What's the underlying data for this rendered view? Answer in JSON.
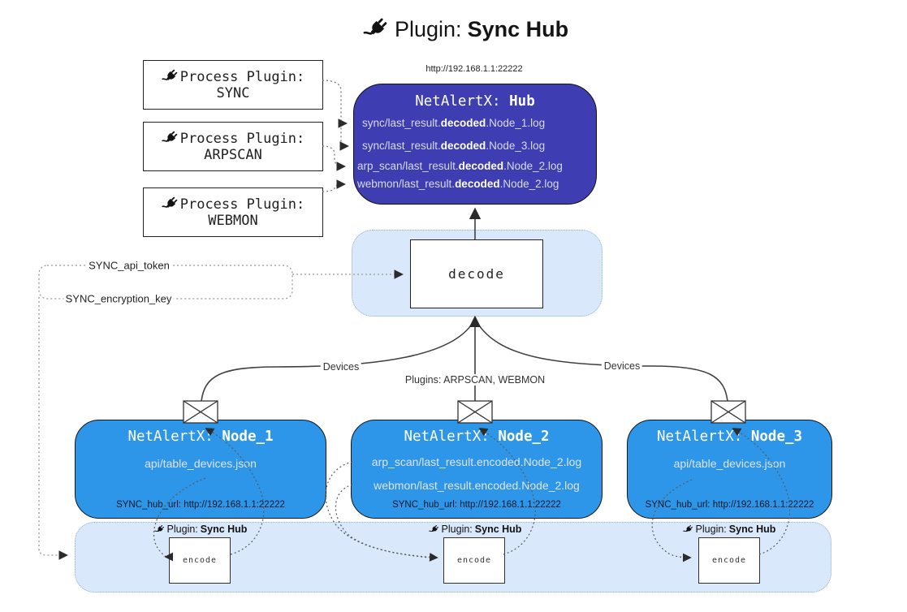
{
  "title": {
    "prefix": "Plugin:",
    "bold": "Sync Hub"
  },
  "hub": {
    "url": "http://192.168.1.1:22222",
    "title_prefix": "NetAlertX:",
    "title_bold": "Hub",
    "lines": [
      {
        "pre": "sync/last_result.",
        "bold": "decoded",
        "post": ".Node_1.log"
      },
      {
        "pre": "sync/last_result.",
        "bold": "decoded",
        "post": ".Node_3.log"
      },
      {
        "pre": "arp_scan/last_result.",
        "bold": "decoded",
        "post": ".Node_2.log"
      },
      {
        "pre": "webmon/last_result.",
        "bold": "decoded",
        "post": ".Node_2.log"
      }
    ]
  },
  "process_plugins": [
    {
      "label": "Process Plugin:",
      "name": "SYNC"
    },
    {
      "label": "Process Plugin:",
      "name": "ARPSCAN"
    },
    {
      "label": "Process Plugin:",
      "name": "WEBMON"
    }
  ],
  "keys": {
    "api_token": "SYNC_api_token",
    "encryption_key": "SYNC_encryption_key"
  },
  "decode_label": "decode",
  "edge_labels": {
    "devices_left": "Devices",
    "plugins_center": "Plugins: ARPSCAN, WEBMON",
    "devices_right": "Devices"
  },
  "nodes": [
    {
      "title_prefix": "NetAlertX:",
      "title_bold": "Node_1",
      "lines": [
        "api/table_devices.json"
      ],
      "hub_url": "SYNC_hub_url: http://192.168.1.1:22222"
    },
    {
      "title_prefix": "NetAlertX:",
      "title_bold": "Node_2",
      "lines": [
        "arp_scan/last_result.encoded.Node_2.log",
        "webmon/last_result.encoded.Node_2.log"
      ],
      "hub_url": "SYNC_hub_url: http://192.168.1.1:22222"
    },
    {
      "title_prefix": "NetAlertX:",
      "title_bold": "Node_3",
      "lines": [
        "api/table_devices.json"
      ],
      "hub_url": "SYNC_hub_url: http://192.168.1.1:22222"
    }
  ],
  "encode": {
    "plugin_prefix": "Plugin:",
    "plugin_bold": "Sync Hub",
    "box_label": "encode"
  },
  "colors": {
    "hub_fill": "#3e3eb2",
    "node_fill": "#2e96e8",
    "band_fill": "#d9e9fb",
    "band_border": "#8fb0d0",
    "line_dark": "#404040"
  }
}
